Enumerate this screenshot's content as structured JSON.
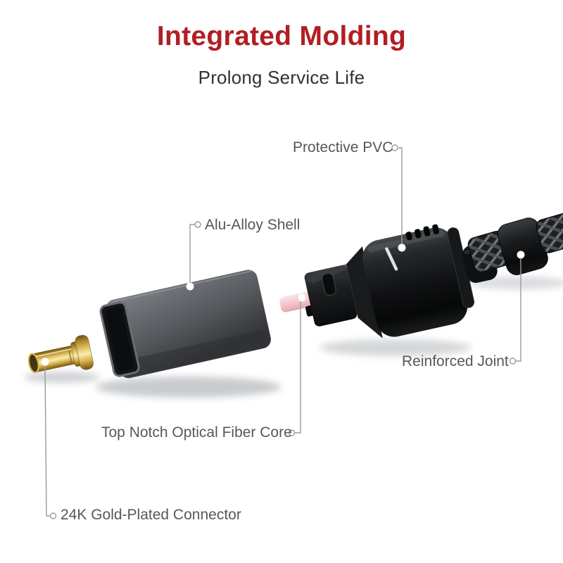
{
  "header": {
    "title": "Integrated Molding",
    "subtitle": "Prolong Service Life"
  },
  "labels": {
    "protective_pvc": "Protective PVC",
    "alu_alloy_shell": "Alu-Alloy Shell",
    "reinforced_joint": "Reinforced Joint",
    "optical_fiber_core": "Top Notch Optical Fiber Core",
    "gold_connector": "24K Gold-Plated Connector"
  },
  "colors": {
    "accent_red": "#b01e23",
    "subtitle_text": "#303234",
    "label_text": "#56575a",
    "leader_line": "#9b9b9b",
    "gold": "#d9b453",
    "fiber_pink": "#f3c3c8",
    "shell_gray": "#53565a",
    "connector_black": "#101113"
  },
  "parts": [
    "protective-pvc-housing",
    "alu-alloy-shell",
    "reinforced-joint",
    "optical-fiber-core",
    "gold-plated-connector",
    "braided-cable"
  ]
}
